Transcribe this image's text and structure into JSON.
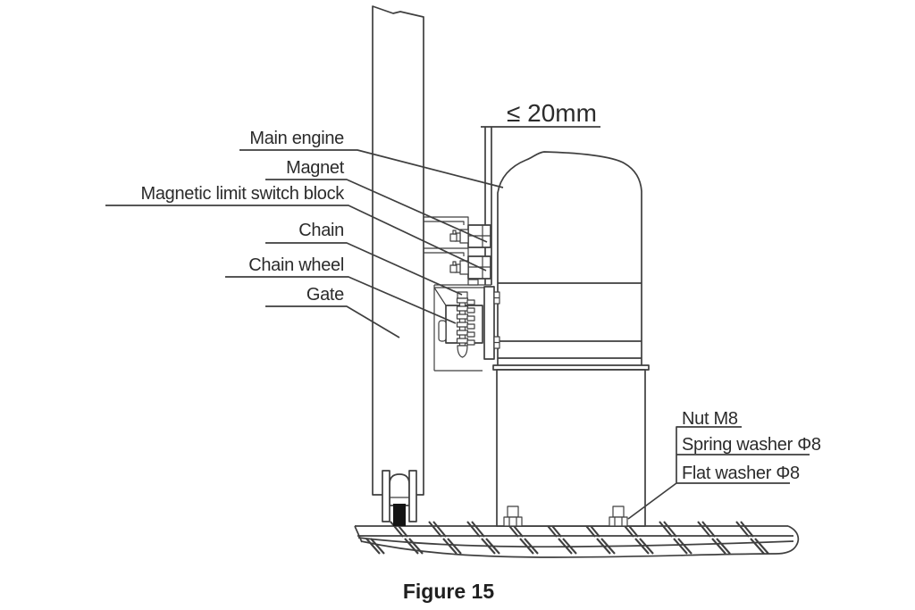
{
  "diagram": {
    "dimension_note": "≤ 20mm",
    "caption": "Figure 15"
  },
  "part_labels": {
    "main_engine": "Main engine",
    "magnet": "Magnet",
    "magnetic_limit_switch_block": "Magnetic limit switch block",
    "chain": "Chain",
    "chain_wheel": "Chain wheel",
    "gate": "Gate"
  },
  "fastener_labels": {
    "nut": "Nut M8",
    "spring_washer": "Spring washer Φ8",
    "flat_washer": "Flat washer Φ8"
  },
  "colors": {
    "line": "#3f3f3f",
    "text": "#2b2b2b",
    "background": "#ffffff",
    "rail_fill": "#141414"
  }
}
